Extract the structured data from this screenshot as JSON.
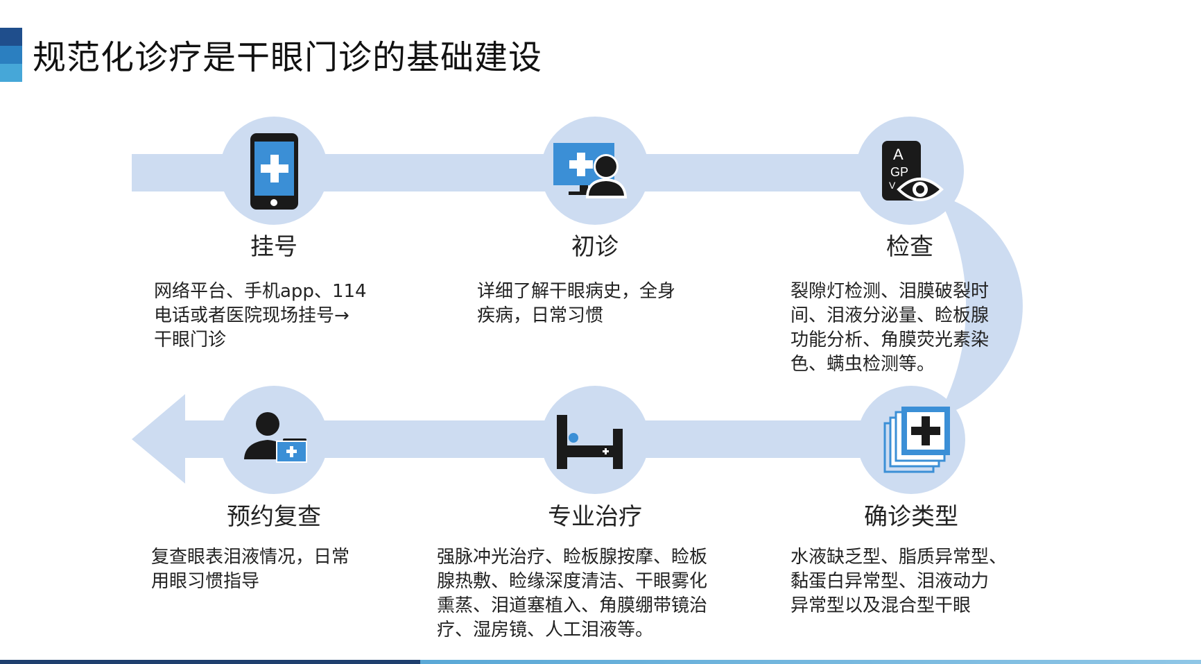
{
  "title": "规范化诊疗是干眼门诊的基础建设",
  "icon_labels": {
    "chart_letter_a": "A",
    "chart_letters_gp": "GP",
    "chart_letter_v": "V"
  },
  "steps": [
    {
      "icon": "mobile-phone-medical-icon",
      "title": "挂号",
      "desc": [
        "网络平台、手机app、114",
        "电话或者医院现场挂号→",
        "干眼门诊"
      ]
    },
    {
      "icon": "computer-doctor-icon",
      "title": "初诊",
      "desc": [
        "详细了解干眼病史，全身",
        "疾病，日常习惯"
      ]
    },
    {
      "icon": "eye-chart-icon",
      "title": "检查",
      "desc": [
        "裂隙灯检测、泪膜破裂时",
        "间、泪液分泌量、睑板腺",
        "功能分析、角膜荧光素染",
        "色、螨虫检测等。"
      ]
    },
    {
      "icon": "stacked-medical-cards-icon",
      "title": "确诊类型",
      "desc": [
        "水液缺乏型、脂质异常型、",
        "黏蛋白异常型、泪液动力",
        "异常型以及混合型干眼"
      ]
    },
    {
      "icon": "hospital-bed-icon",
      "title": "专业治疗",
      "desc": [
        "强脉冲光治疗、睑板腺按摩、睑板",
        "腺热敷、睑缘深度清洁、干眼雾化",
        "熏蒸、泪道塞植入、角膜绷带镜治",
        "疗、湿房镜、人工泪液等。"
      ]
    },
    {
      "icon": "doctor-medical-kit-icon",
      "title": "预约复查",
      "desc": [
        "复查眼表泪液情况，日常",
        "用眼习惯指导"
      ]
    }
  ],
  "colors": {
    "path": "#cddcf1",
    "circle": "#cddcf1",
    "icon_dark": "#1a1a1a",
    "icon_blue": "#3b8fd6",
    "accent_dark": "#1f4e8c",
    "accent_mid": "#2b7fc0",
    "accent_light": "#46a7d8"
  }
}
